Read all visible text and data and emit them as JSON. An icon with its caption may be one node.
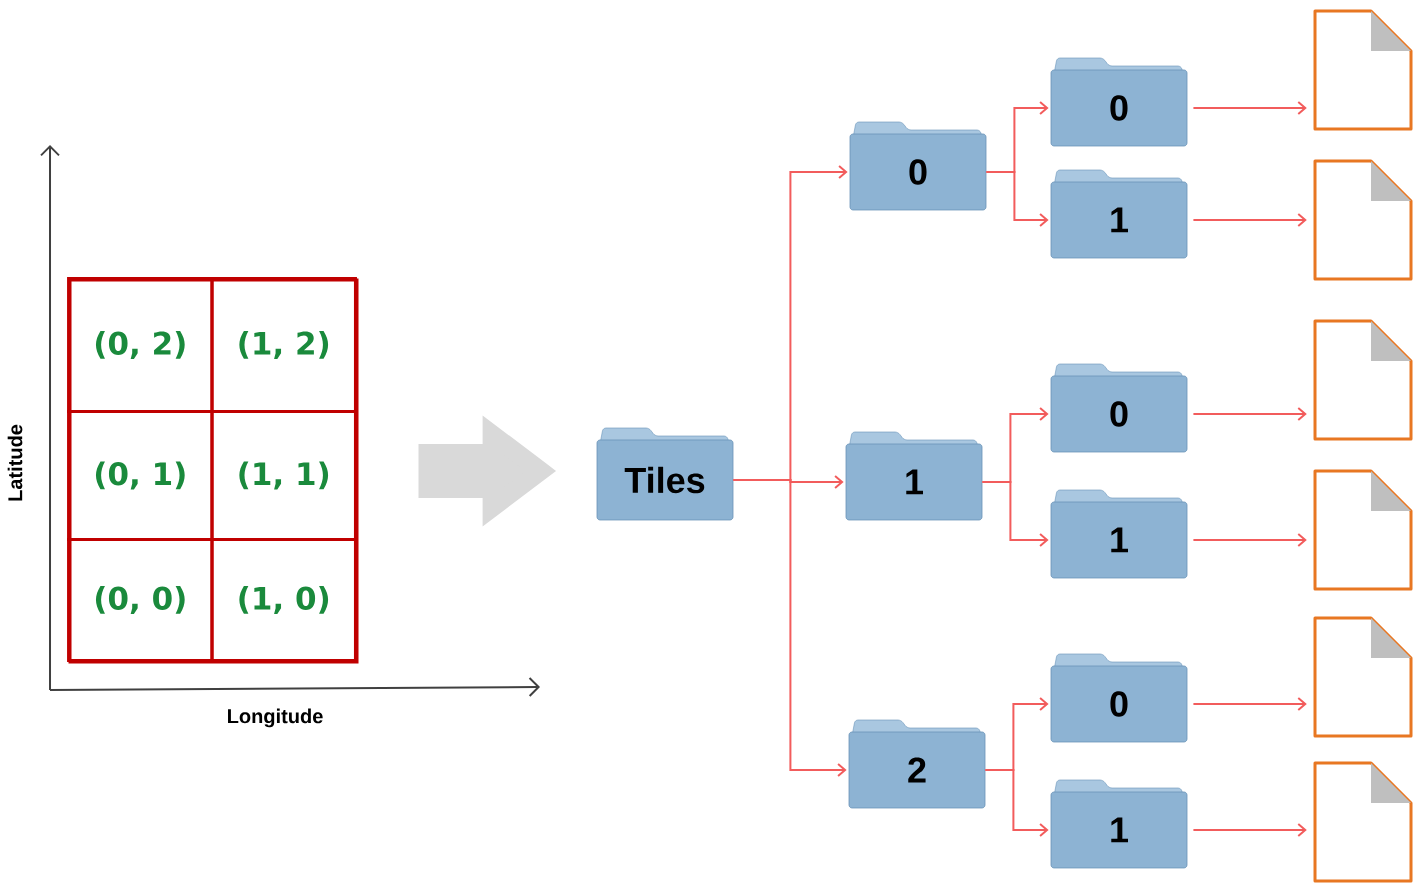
{
  "diagram": {
    "nodes": [
      {
        "text": [],
        "shape": "box"
      },
      {
        "text": [
          "(0, 2)"
        ],
        "in": 0
      },
      {
        "text": [
          "(1, 2)"
        ],
        "in": 0
      },
      {
        "text": [
          "(0, 1)"
        ],
        "in": 0
      },
      {
        "text": [
          "(1, 1)"
        ],
        "in": 0
      },
      {
        "text": [
          "(0, 0)"
        ],
        "in": 0
      },
      {
        "text": [
          "(1, 0)"
        ],
        "in": 0
      },
      {
        "text": [
          "Tiles"
        ]
      },
      {
        "text": [
          "0"
        ]
      },
      {
        "text": [
          "1"
        ]
      },
      {
        "text": [
          "2"
        ]
      },
      {
        "text": [
          "0"
        ]
      },
      {
        "text": [
          "1"
        ]
      },
      {
        "text": [
          "0"
        ]
      },
      {
        "text": [
          "1"
        ]
      },
      {
        "text": [
          "0"
        ]
      },
      {
        "text": [
          "1"
        ]
      },
      {
        "text": [],
        "shape": "document"
      },
      {
        "text": [],
        "shape": "document"
      },
      {
        "text": [],
        "shape": "document"
      },
      {
        "text": [],
        "shape": "document"
      },
      {
        "text": [],
        "shape": "document"
      },
      {
        "text": [],
        "shape": "document"
      }
    ],
    "edges": [
      {
        "from": 0,
        "to": 7,
        "arrow": "to",
        "style": "thick",
        "color": "#d9d9d9"
      },
      {
        "from": 7,
        "to": 8,
        "arrow": "to"
      },
      {
        "from": 7,
        "to": 9,
        "arrow": "to"
      },
      {
        "from": 7,
        "to": 10,
        "arrow": "to"
      },
      {
        "from": 8,
        "to": 11,
        "arrow": "to"
      },
      {
        "from": 8,
        "to": 12,
        "arrow": "to"
      },
      {
        "from": 9,
        "to": 13,
        "arrow": "to"
      },
      {
        "from": 9,
        "to": 14,
        "arrow": "to"
      },
      {
        "from": 10,
        "to": 15,
        "arrow": "to"
      },
      {
        "from": 10,
        "to": 16,
        "arrow": "to"
      },
      {
        "from": 11,
        "to": 17,
        "arrow": "to"
      },
      {
        "from": 12,
        "to": 18,
        "arrow": "to"
      },
      {
        "from": 13,
        "to": 19,
        "arrow": "to"
      },
      {
        "from": 14,
        "to": 20,
        "arrow": "to"
      },
      {
        "from": 15,
        "to": 21,
        "arrow": "to"
      },
      {
        "from": 16,
        "to": 22,
        "arrow": "to"
      }
    ],
    "labels": [
      "Latitude",
      "Longitude"
    ]
  }
}
